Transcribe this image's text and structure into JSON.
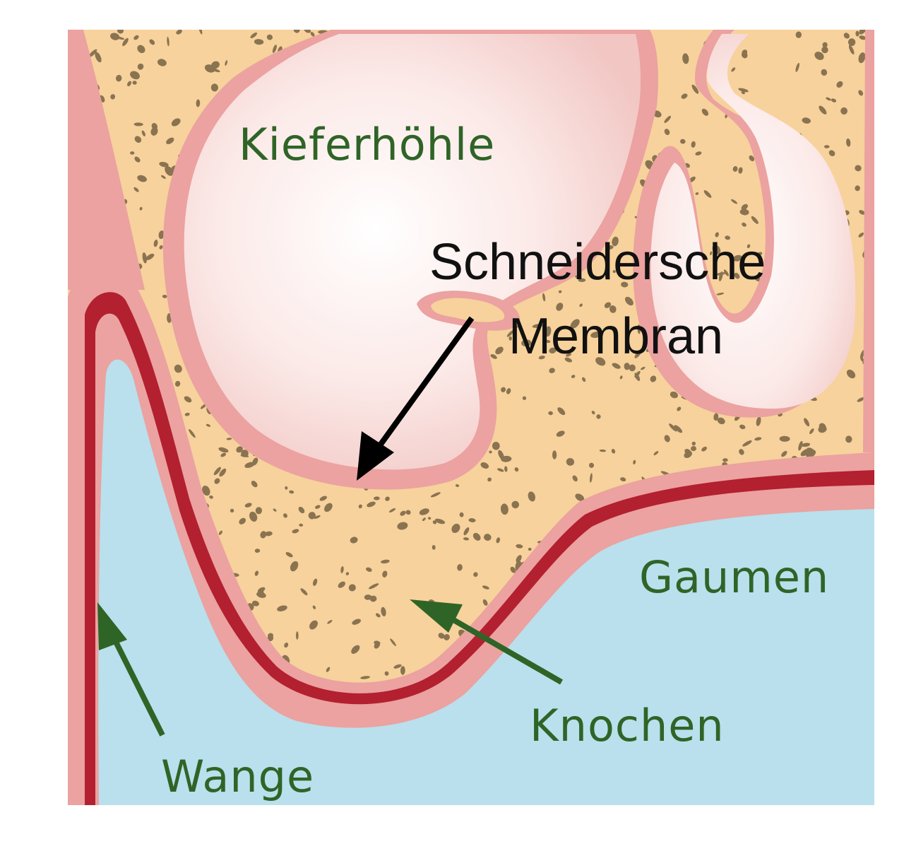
{
  "labels": {
    "sinus": "Kieferhöhle",
    "membrane_line1": "Schneidersche",
    "membrane_line2": "Membran",
    "palate": "Gaumen",
    "bone": "Knochen",
    "cheek": "Wange"
  },
  "colors": {
    "bone": "#f7d29c",
    "bone_pores": "#8a7351",
    "soft_tissue": "#eba2a0",
    "mucosa": "#b32030",
    "cavity": "#b9e0ec",
    "sinus_light": "#fdf3f1",
    "sinus_dark": "#f0c6c4",
    "label_green": "#2f6427",
    "label_black": "#111111"
  }
}
